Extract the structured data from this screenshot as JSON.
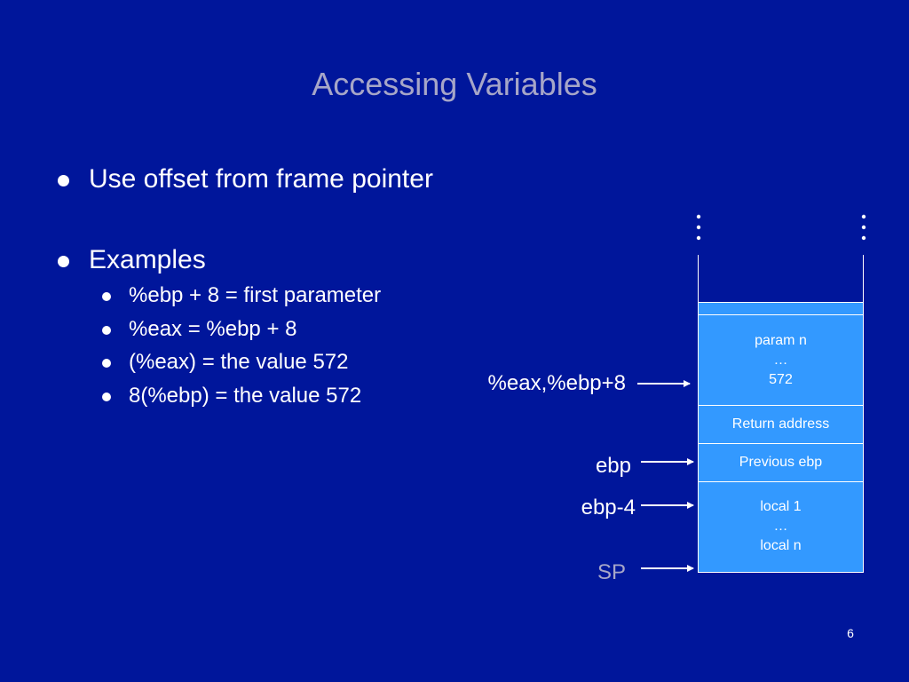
{
  "title": "Accessing Variables",
  "bullets": [
    {
      "text": "Use offset from frame pointer"
    },
    {
      "text": "Examples"
    }
  ],
  "sub_bullets": [
    {
      "text": "%ebp + 8 = first parameter"
    },
    {
      "text": "%eax = %ebp + 8"
    },
    {
      "text": "(%eax) = the value 572"
    },
    {
      "text": "8(%ebp) = the value 572"
    }
  ],
  "stack": {
    "param_block": {
      "line1": "param n",
      "line2": "…",
      "line3": "572"
    },
    "return_address": "Return address",
    "previous_ebp": "Previous ebp",
    "locals_block": {
      "line1": "local 1",
      "line2": "…",
      "line3": "local n"
    }
  },
  "pointers": {
    "eax_ebp8": "%eax,%ebp+8",
    "ebp": "ebp",
    "ebp_minus4": "ebp-4",
    "sp": "SP"
  },
  "colors": {
    "background": "#00169b",
    "title": "#a6a6c8",
    "stack_fill": "#3399ff",
    "sp_label": "#a6a6c8"
  },
  "page_number": "6"
}
